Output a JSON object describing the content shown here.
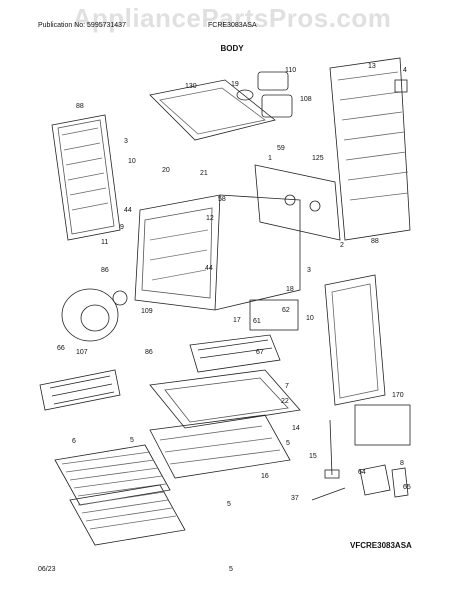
{
  "header": {
    "publication": "Publication No: 5995731437",
    "model_code": "FCRE3083ASA",
    "watermark": "AppliancePartsPros.com"
  },
  "diagram": {
    "title": "BODY",
    "callouts": [
      "88",
      "130",
      "19",
      "110",
      "13",
      "4",
      "108",
      "3",
      "10",
      "59",
      "125",
      "1",
      "20",
      "21",
      "58",
      "44",
      "12",
      "9",
      "11",
      "2",
      "88",
      "86",
      "44",
      "109",
      "3",
      "17",
      "18",
      "62",
      "61",
      "10",
      "66",
      "107",
      "86",
      "67",
      "7",
      "170",
      "22",
      "5",
      "6",
      "14",
      "15",
      "5",
      "16",
      "8",
      "64",
      "65",
      "37",
      "5"
    ],
    "model_label": "VFCRE3083ASA"
  },
  "footer": {
    "date": "06/23",
    "page": "5"
  }
}
